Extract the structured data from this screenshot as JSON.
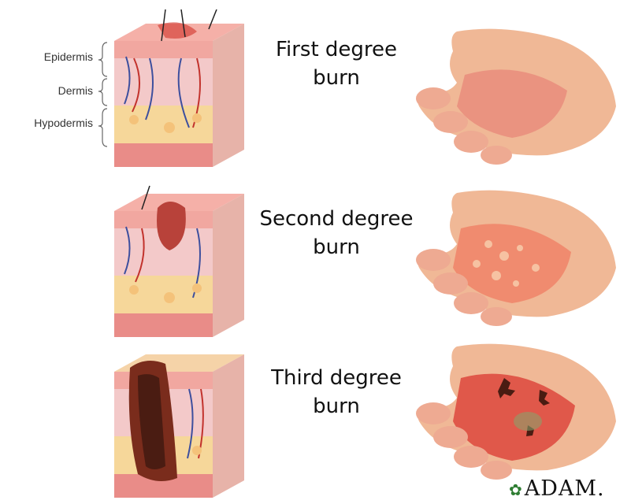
{
  "layers": {
    "epidermis": "Epidermis",
    "dermis": "Dermis",
    "hypodermis": "Hypodermis"
  },
  "panels": [
    {
      "line1": "First degree",
      "line2": "burn"
    },
    {
      "line1": "Second degree",
      "line2": "burn"
    },
    {
      "line1": "Third degree",
      "line2": "burn"
    }
  ],
  "logo": {
    "text": "ADAM."
  },
  "colors": {
    "skin_surface": "#f1a7a0",
    "dermis": "#f3c9c9",
    "fat": "#f6d79a",
    "muscle": "#e98c88",
    "hand": "#f0b896",
    "burn_red": "#d6453a",
    "char": "#4a1c12",
    "vein": "#3d4f9e",
    "artery": "#c2322c"
  }
}
